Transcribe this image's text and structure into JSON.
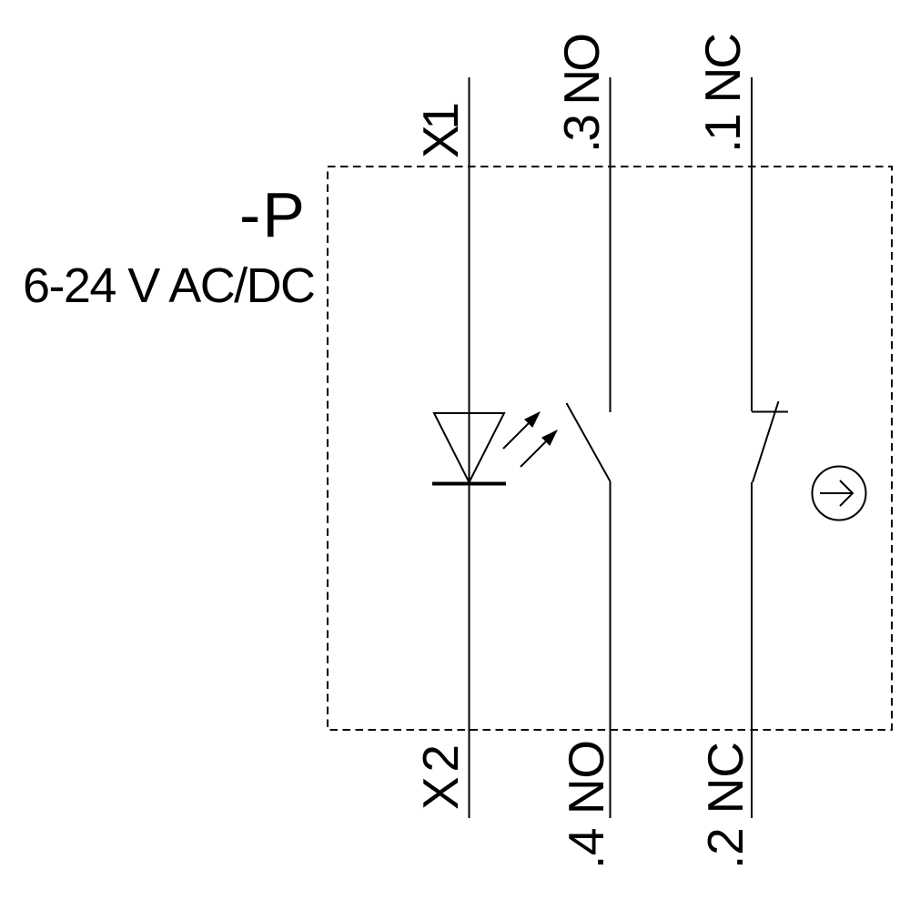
{
  "diagram": {
    "component_label": "-P",
    "voltage_rating": "6-24 V AC/DC",
    "terminals": {
      "lamp_top": "X1",
      "lamp_bottom": "X2",
      "no_top": ".3 NO",
      "no_bottom": ".4 NO",
      "nc_top": ".1 NC",
      "nc_bottom": ".2 NC"
    },
    "icons": {
      "lamp": "led-lamp-icon",
      "no_contact": "normally-open-contact-icon",
      "nc_contact": "normally-closed-contact-icon",
      "actuator": "arrow-right-circle-icon",
      "boundary": "dashed-enclosure-border"
    },
    "colors": {
      "line": "#000000",
      "background": "#ffffff"
    }
  }
}
